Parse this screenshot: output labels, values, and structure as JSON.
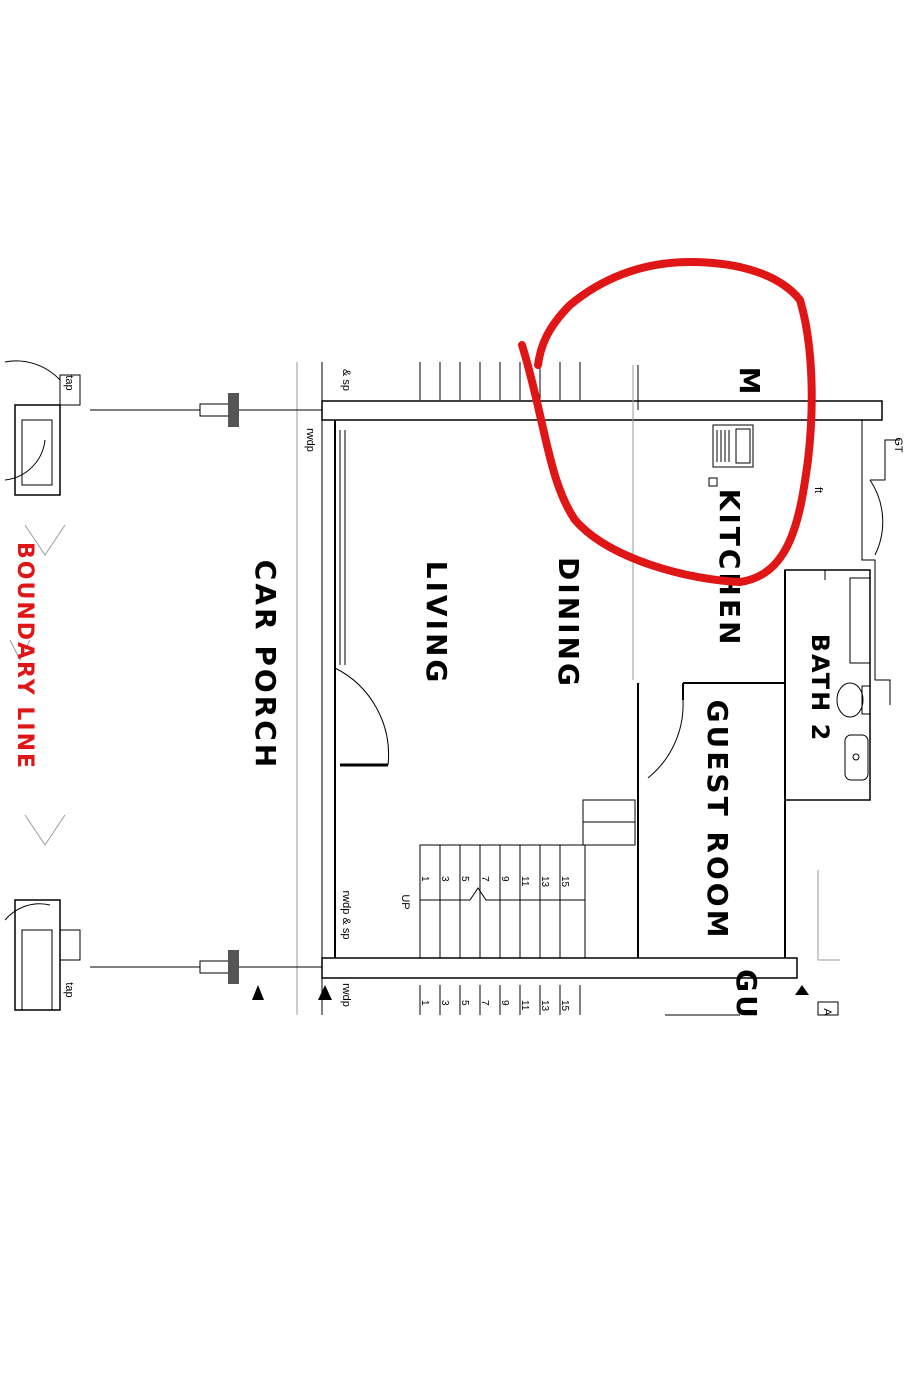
{
  "rooms": {
    "car_porch": "CAR PORCH",
    "living": "LIVING",
    "dining": "DINING",
    "kitchen": "KITCHEN",
    "guest_room": "GUEST ROOM",
    "bath2": "BATH 2",
    "partial_top": "M",
    "partial_bottom": "GU"
  },
  "boundary": "BOUNDARY LINE",
  "notes": {
    "tap_top": "tap",
    "tap_bottom": "tap",
    "rwdp_top": "rwdp",
    "sp_top": "& sp",
    "rwdp_sp_bottom": "rwdp & sp",
    "rwdp_bottom": "rwdp",
    "gt": "GT",
    "up": "UP",
    "ft": "ft",
    "partial_a": "A"
  },
  "stair_numbers": [
    "1",
    "3",
    "5",
    "7",
    "9",
    "11",
    "13",
    "15"
  ],
  "colors": {
    "markup": "#e01515",
    "boundary": "#e01515",
    "ink": "#000000"
  }
}
